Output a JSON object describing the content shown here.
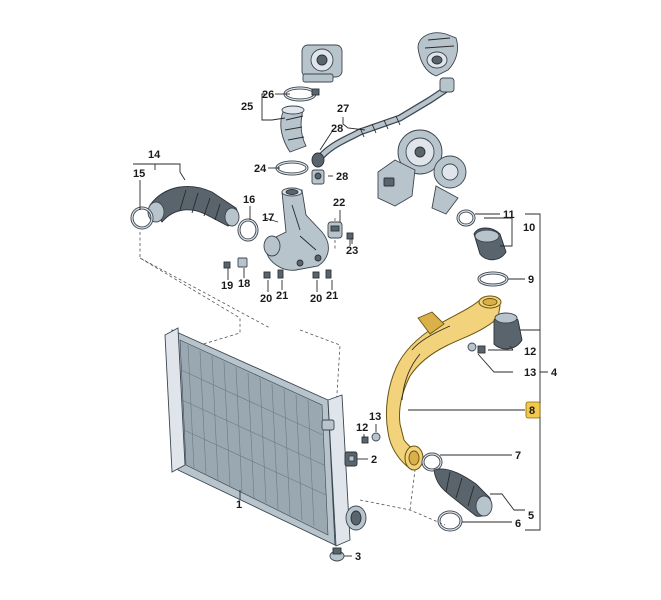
{
  "callouts": {
    "c1": "1",
    "c2": "2",
    "c3": "3",
    "c4": "4",
    "c5": "5",
    "c6": "6",
    "c7": "7",
    "c8": "8",
    "c9": "9",
    "c10": "10",
    "c11": "11",
    "c12a": "12",
    "c12b": "12",
    "c13a": "13",
    "c13b": "13",
    "c14": "14",
    "c15": "15",
    "c16": "16",
    "c17": "17",
    "c18": "18",
    "c19": "19",
    "c20a": "20",
    "c20b": "20",
    "c21a": "21",
    "c21b": "21",
    "c22": "22",
    "c23": "23",
    "c24": "24",
    "c25": "25",
    "c26": "26",
    "c27": "27",
    "c28a": "28",
    "c28b": "28"
  },
  "colors": {
    "highlight_part": "#f2d27a",
    "highlight_badge": "#f2c94c",
    "part_metal": "#b8c4cc",
    "part_rubber": "#59646c"
  },
  "highlighted_callout": "8"
}
